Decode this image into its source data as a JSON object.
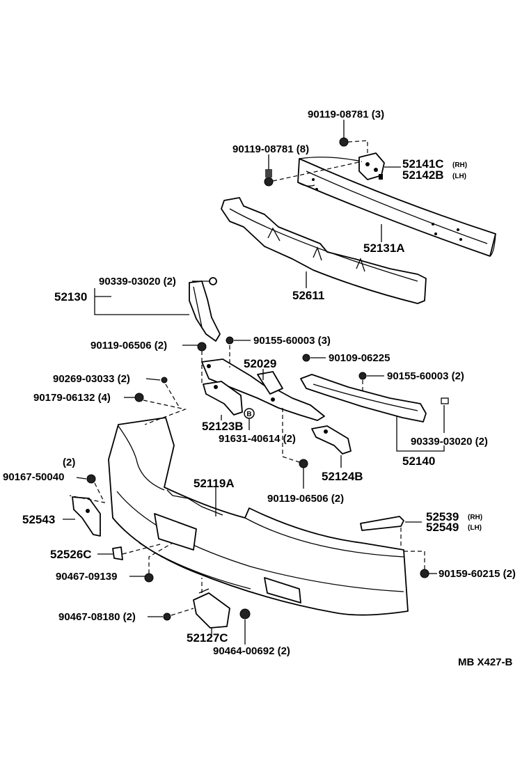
{
  "labels": {
    "p_90119_08781_3": "90119-08781 (3)",
    "p_90119_08781_8": "90119-08781 (8)",
    "p_52141c": "52141C",
    "p_52141c_side": "(RH)",
    "p_52142b": "52142B",
    "p_52142b_side": "(LH)",
    "p_52131a": "52131A",
    "p_52611": "52611",
    "p_90339_03020_top": "90339-03020 (2)",
    "p_52130": "52130",
    "p_90119_06506_top": "90119-06506 (2)",
    "p_90155_60003_3": "90155-60003 (3)",
    "p_52029": "52029",
    "p_90109_06225": "90109-06225",
    "p_90155_60003_2": "90155-60003 (2)",
    "p_90269_03033": "90269-03033 (2)",
    "p_90179_06132": "90179-06132 (4)",
    "p_52123b": "52123B",
    "p_marker_b": "B",
    "p_91631_40614": "91631-40614 (2)",
    "p_90339_03020_right": "90339-03020 (2)",
    "p_52140": "52140",
    "p_52124b": "52124B",
    "p_qty_2": "(2)",
    "p_90167_50040": "90167-50040",
    "p_52119a": "52119A",
    "p_90119_06506_bottom": "90119-06506 (2)",
    "p_52543": "52543",
    "p_52539": "52539",
    "p_52539_side": "(RH)",
    "p_52549": "52549",
    "p_52549_side": "(LH)",
    "p_52526c": "52526C",
    "p_90467_09139": "90467-09139",
    "p_90159_60215": "90159-60215 (2)",
    "p_90467_08180": "90467-08180 (2)",
    "p_52127c": "52127C",
    "p_90464_00692": "90464-00692 (2)",
    "p_code": "MB  X427-B"
  }
}
